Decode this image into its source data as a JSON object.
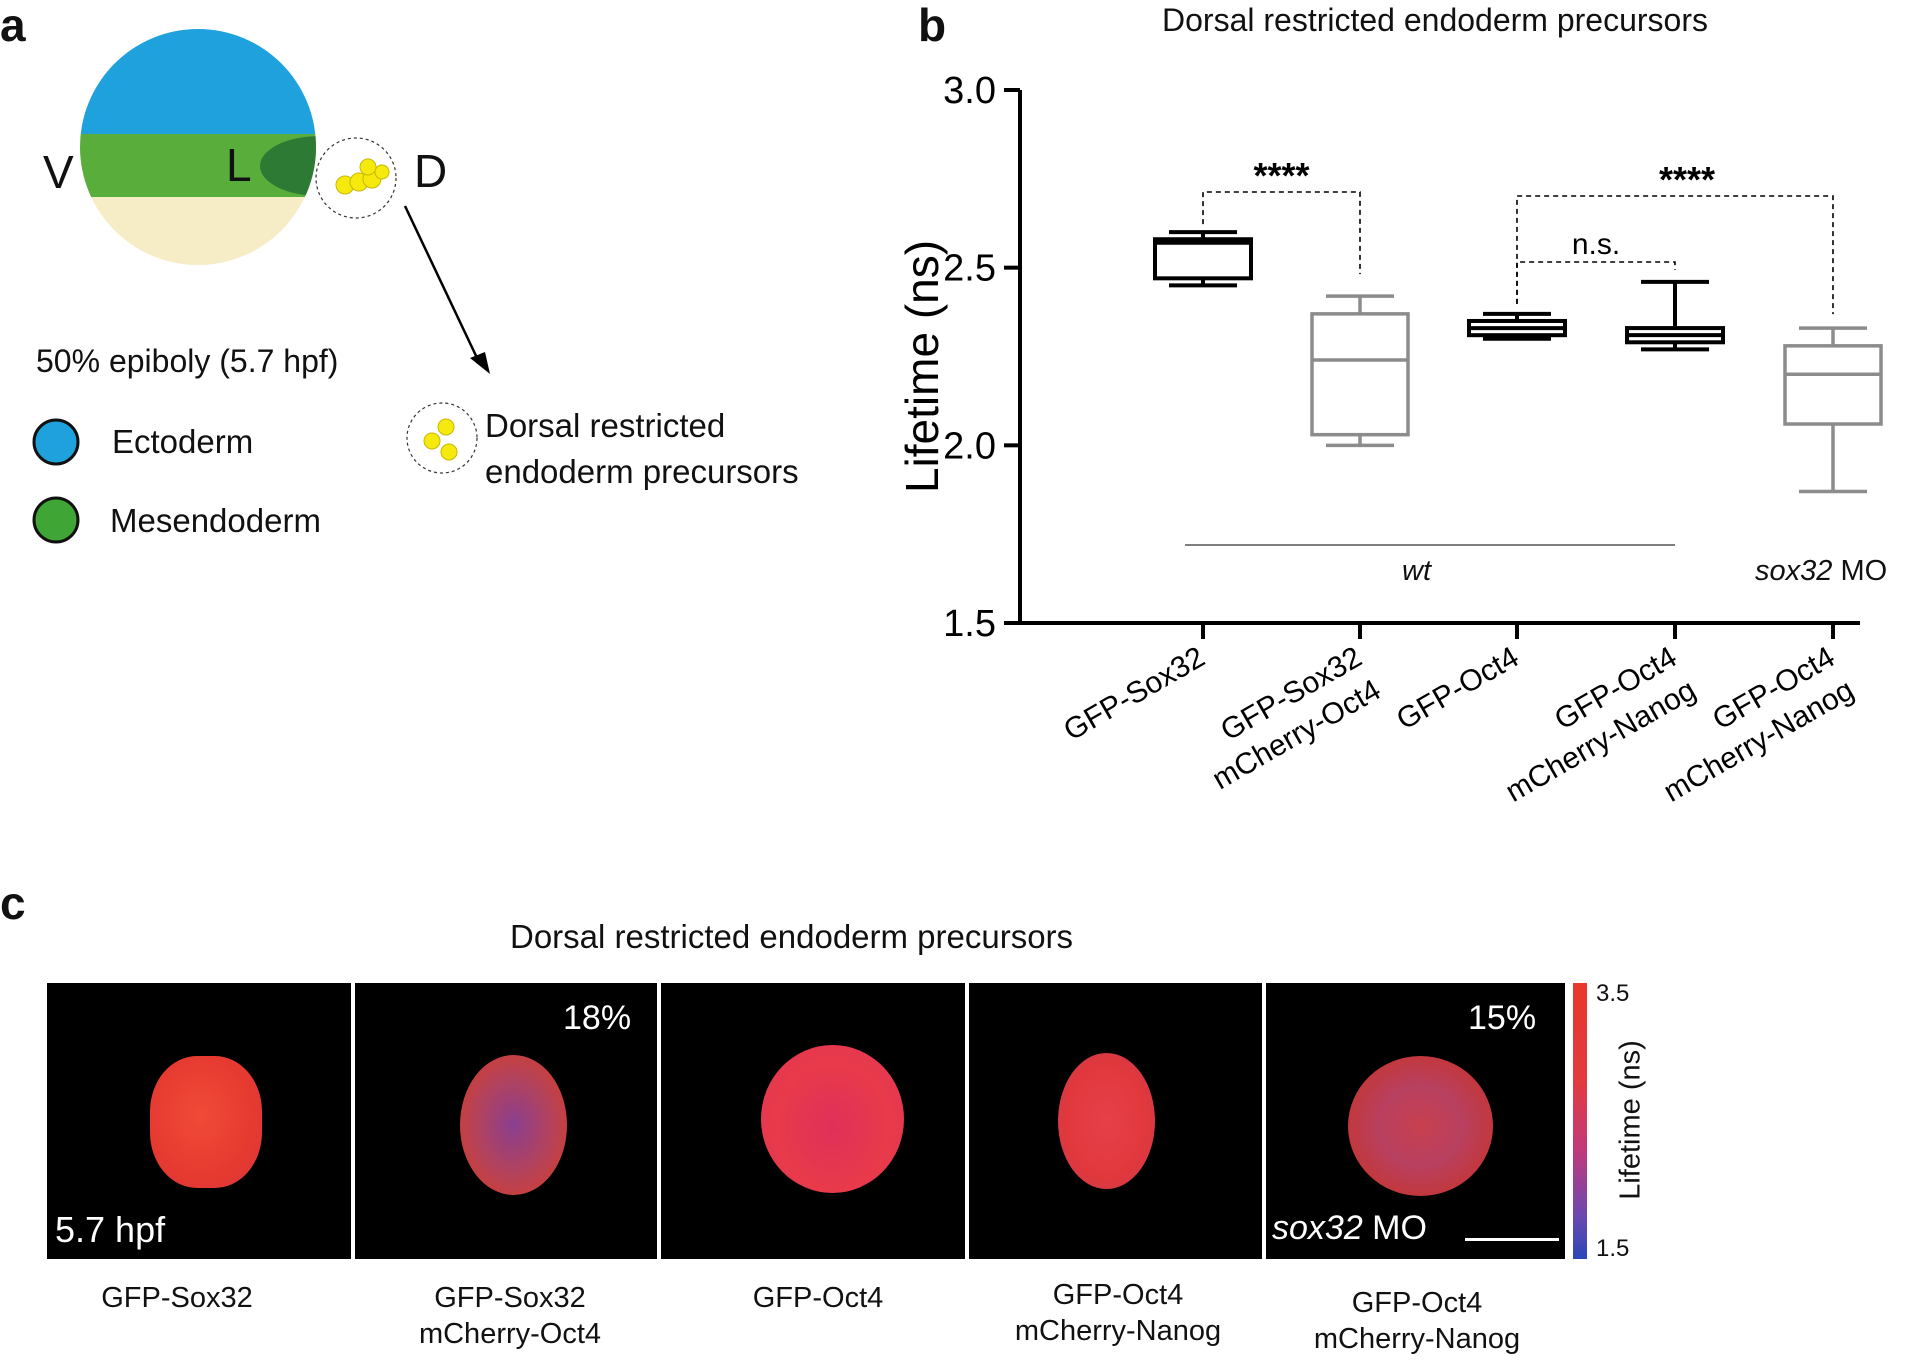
{
  "panel_a": {
    "letter": "a",
    "side_v": "V",
    "side_l": "L",
    "side_d": "D",
    "stage": "50% epiboly (5.7 hpf)",
    "legend": [
      {
        "label": "Ectoderm",
        "color": "#1ea1dd"
      },
      {
        "label": "Mesendoderm",
        "color": "#3fa535"
      }
    ],
    "precursor_line1": "Dorsal restricted",
    "precursor_line2": "endoderm precursors",
    "colors": {
      "ectoderm": "#1ea1dd",
      "mesendoderm": "#59ad3b",
      "yolk": "#f6ecc6",
      "precursors": "#f6e90d",
      "dorsal": "#2d7a34"
    }
  },
  "panel_b": {
    "letter": "b",
    "chart_data": {
      "type": "box",
      "title": "Dorsal restricted endoderm precursors",
      "ylabel": "Lifetime (ns)",
      "ylim": [
        1.5,
        3.0
      ],
      "yticks": [
        "1.5",
        "2.0",
        "2.5",
        "3.0"
      ],
      "categories": [
        {
          "line1": "GFP-Sox32",
          "line2": ""
        },
        {
          "line1": "GFP-Sox32",
          "line2": "mCherry-Oct4"
        },
        {
          "line1": "GFP-Oct4",
          "line2": ""
        },
        {
          "line1": "GFP-Oct4",
          "line2": "mCherry-Nanog"
        },
        {
          "line1": "GFP-Oct4",
          "line2": "mCherry-Nanog"
        }
      ],
      "boxes": [
        {
          "min": 2.45,
          "q1": 2.47,
          "median": 2.57,
          "q3": 2.58,
          "max": 2.6,
          "color": "#000000"
        },
        {
          "min": 2.0,
          "q1": 2.03,
          "median": 2.24,
          "q3": 2.37,
          "max": 2.42,
          "color": "#8c8c8c"
        },
        {
          "min": 2.3,
          "q1": 2.31,
          "median": 2.33,
          "q3": 2.35,
          "max": 2.37,
          "color": "#000000"
        },
        {
          "min": 2.27,
          "q1": 2.29,
          "median": 2.31,
          "q3": 2.33,
          "max": 2.46,
          "color": "#000000"
        },
        {
          "min": 1.87,
          "q1": 2.06,
          "median": 2.2,
          "q3": 2.28,
          "max": 2.33,
          "color": "#8c8c8c"
        }
      ],
      "significance": [
        {
          "from": 0,
          "to": 1,
          "label": "****"
        },
        {
          "from": 2,
          "to": 4,
          "label": "****"
        },
        {
          "from": 2,
          "to": 3,
          "label": "n.s."
        }
      ],
      "group_labels": {
        "wt": "wt",
        "mo_italic": "sox32",
        "mo_rest": " MO"
      }
    }
  },
  "panel_c": {
    "letter": "c",
    "title": "Dorsal restricted endoderm precursors",
    "tiles": [
      {
        "line1": "GFP-Sox32",
        "line2": "",
        "pct": ""
      },
      {
        "line1": "GFP-Sox32",
        "line2": "mCherry-Oct4",
        "pct": "18%"
      },
      {
        "line1": "GFP-Oct4",
        "line2": "",
        "pct": ""
      },
      {
        "line1": "GFP-Oct4",
        "line2": "mCherry-Nanog",
        "pct": ""
      },
      {
        "line1": "GFP-Oct4",
        "line2": "mCherry-Nanog",
        "pct": "15%"
      }
    ],
    "stage_label": "5.7 hpf",
    "mo_italic": "sox32",
    "mo_rest": " MO",
    "colorbar": {
      "max": "3.5",
      "min": "1.5",
      "label": "Lifetime (ns)",
      "top_color": "#e8372b",
      "mid_color": "#c23a7a",
      "bottom_color": "#2b47b8"
    }
  }
}
